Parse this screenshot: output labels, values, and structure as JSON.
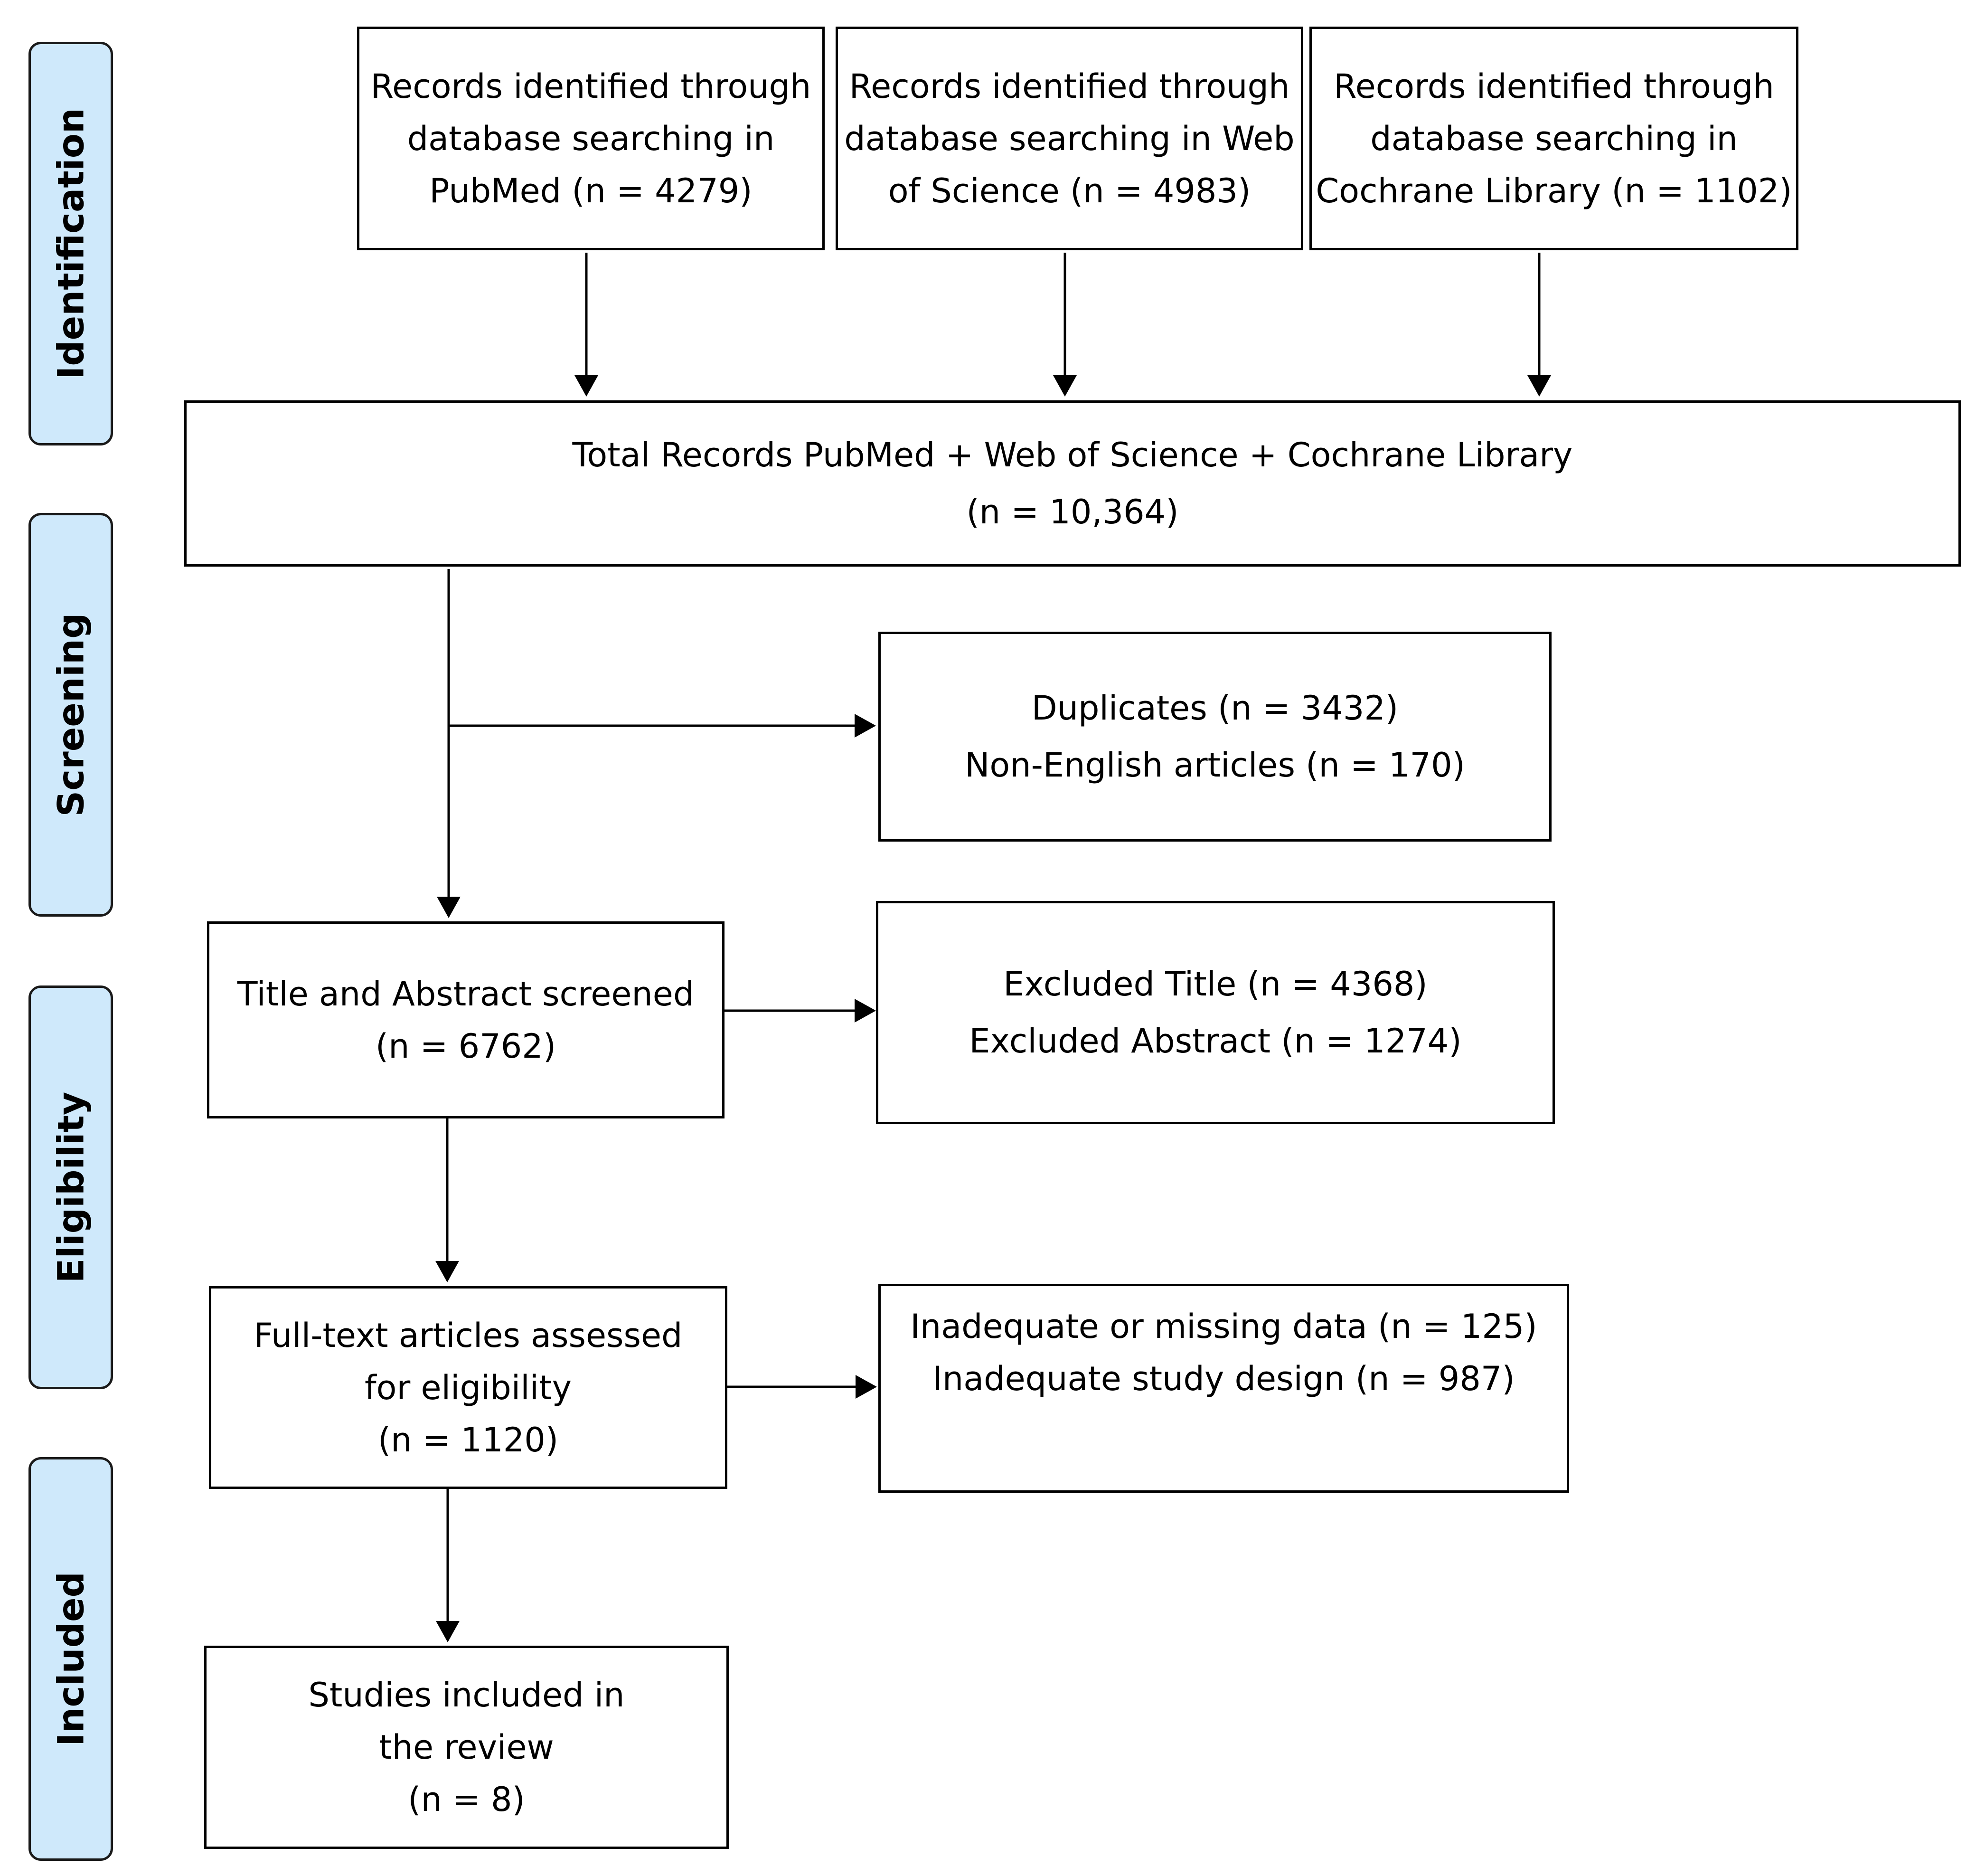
{
  "phases": {
    "identification": "Identification",
    "screening": "Screening",
    "eligibility": "Eligibility",
    "included": "Included"
  },
  "boxes": {
    "pubmed": [
      "Records identified through",
      "database searching in",
      "PubMed (n = 4279)"
    ],
    "wos": [
      "Records identified through",
      "database searching in Web",
      "of Science (n = 4983)"
    ],
    "cochrane": [
      "Records identified through",
      "database searching in",
      "Cochrane Library (n = 1102)"
    ],
    "total": [
      "Total Records PubMed  + Web of Science + Cochrane Library",
      "(n = 10,364)"
    ],
    "duplicates": [
      "Duplicates (n = 3432)",
      "Non-English articles (n = 170)"
    ],
    "title_abstract": [
      "Title and Abstract screened",
      "(n = 6762)"
    ],
    "excluded_title_abstract": [
      "Excluded Title (n = 4368)",
      "Excluded Abstract (n = 1274)"
    ],
    "fulltext": [
      "Full-text articles assessed",
      "for eligibility",
      "(n = 1120)"
    ],
    "inadequate": [
      "Inadequate or missing data (n = 125)",
      "Inadequate study design (n = 987)"
    ],
    "included": [
      "Studies included in",
      "the review",
      "(n = 8)"
    ]
  },
  "colors": {
    "phase_fill": "#cfe9fb",
    "line": "#000000"
  }
}
